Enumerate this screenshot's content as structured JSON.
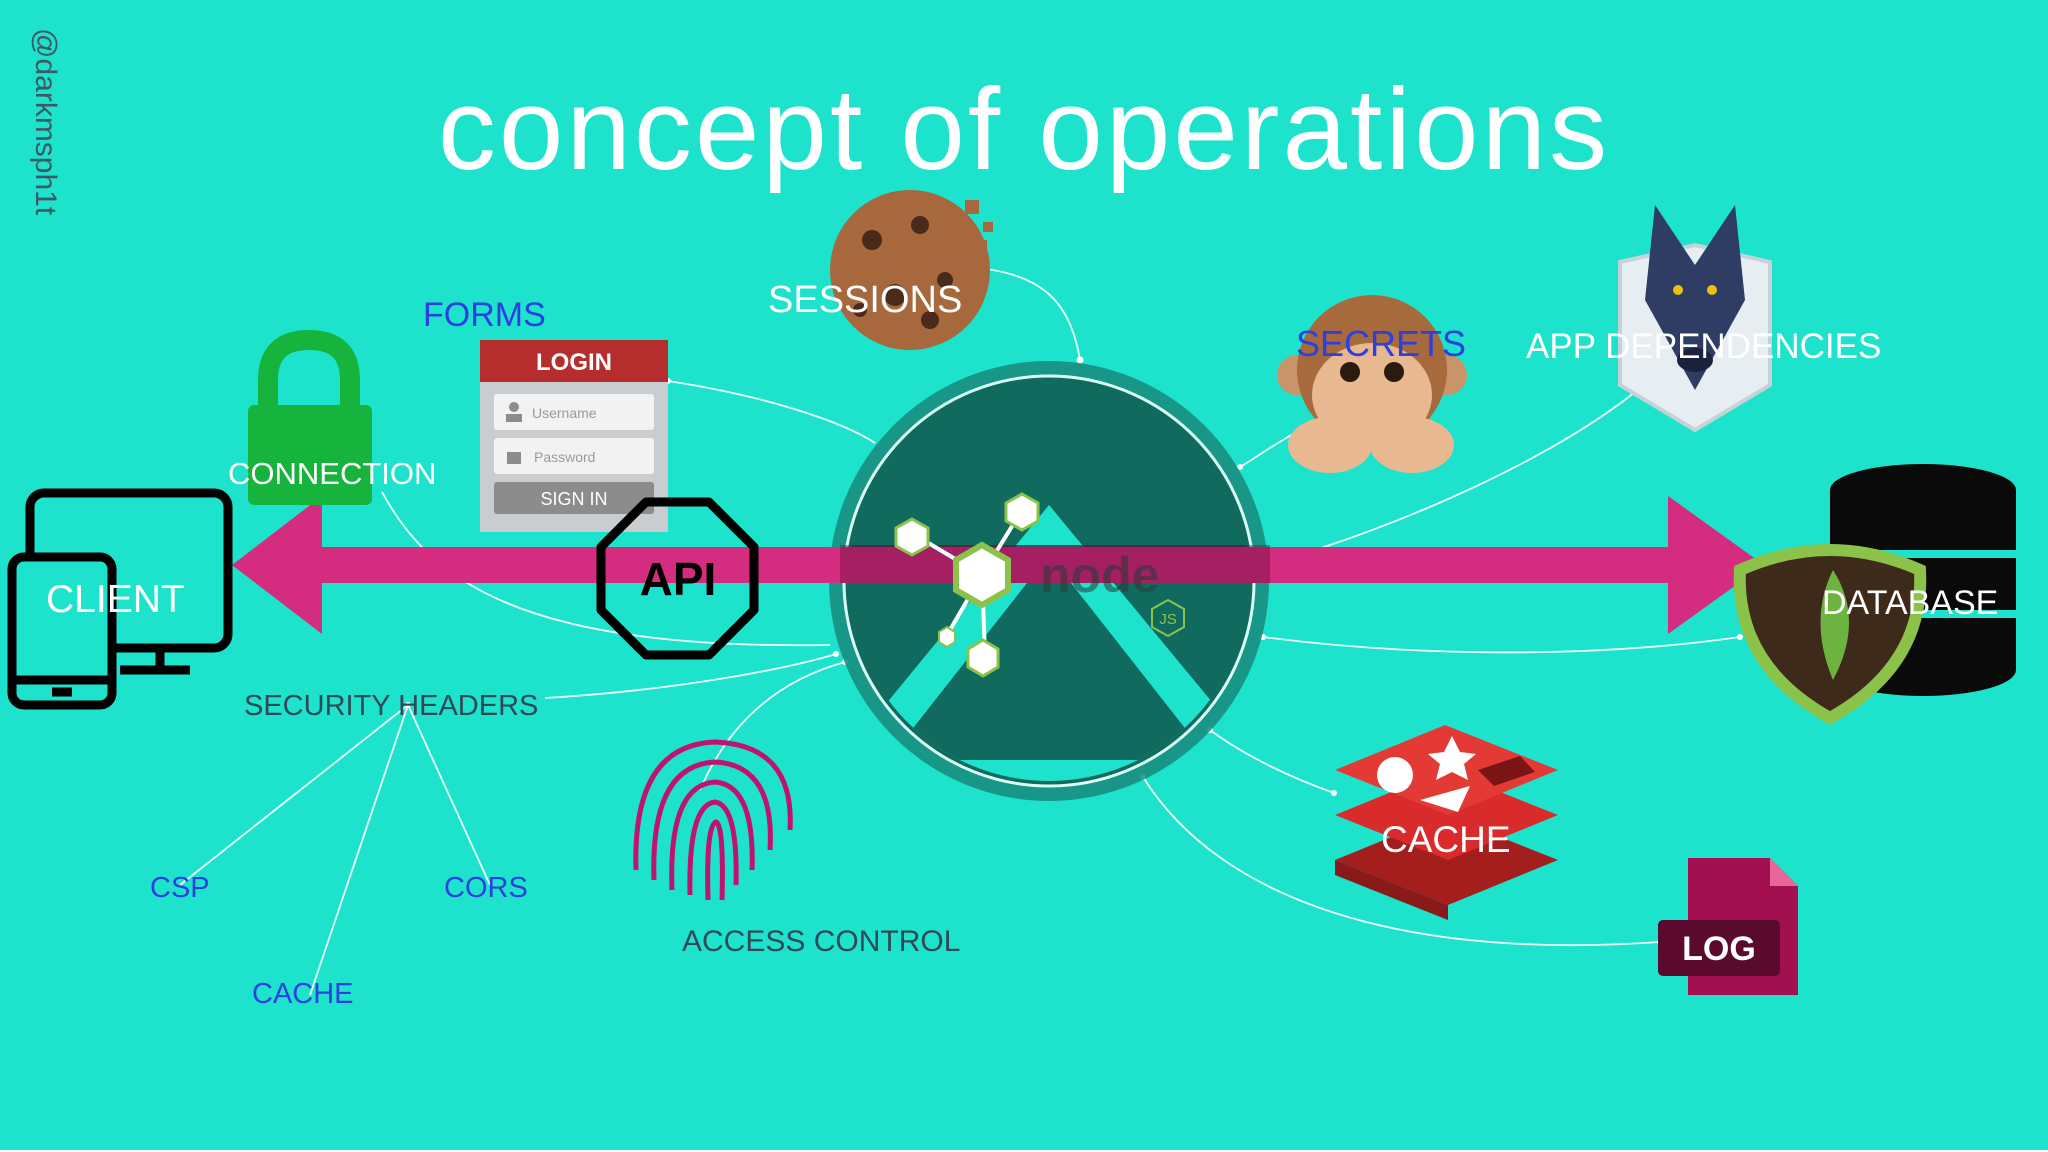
{
  "watermark": "@darkmsph1t",
  "title": "concept of operations",
  "labels": {
    "client": "CLIENT",
    "connection": "CONNECTION",
    "forms": "FORMS",
    "sessions": "SESSIONS",
    "secrets": "SECRETS",
    "app_dependencies": "APP DEPENDENCIES",
    "database": "DATABASE",
    "security_headers": "SECURITY HEADERS",
    "csp": "CSP",
    "cors": "CORS",
    "cache_header": "CACHE",
    "access_control": "ACCESS CONTROL",
    "cache": "CACHE"
  },
  "login_form": {
    "heading": "LOGIN",
    "username_placeholder": "Username",
    "password_placeholder": "Password",
    "submit": "SIGN IN"
  },
  "icons": {
    "api": "API",
    "log": "LOG",
    "node_logo_text": "node",
    "node_js_badge": "JS"
  },
  "colors": {
    "background": "#1ee3cc",
    "arrow": "#d42c7e",
    "hub": "#106b5e",
    "label_white": "#ffffff",
    "label_blue": "#2d3fe0"
  }
}
